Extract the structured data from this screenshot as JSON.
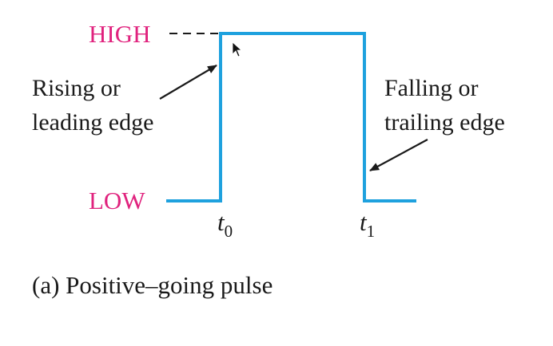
{
  "labels": {
    "high": "HIGH",
    "low": "LOW",
    "rising_line1": "Rising or",
    "rising_line2": "leading edge",
    "falling_line1": "Falling or",
    "falling_line2": "trailing edge",
    "t0_base": "t",
    "t0_sub": "0",
    "t1_base": "t",
    "t1_sub": "1",
    "caption": "(a) Positive–going pulse"
  },
  "colors": {
    "pulse": "#1ea1de",
    "level_label": "#e0237e",
    "arrow": "#1a1a1a",
    "dashed_line": "#1a1a1a"
  },
  "icons": {
    "cursor": "mouse-pointer-icon"
  }
}
